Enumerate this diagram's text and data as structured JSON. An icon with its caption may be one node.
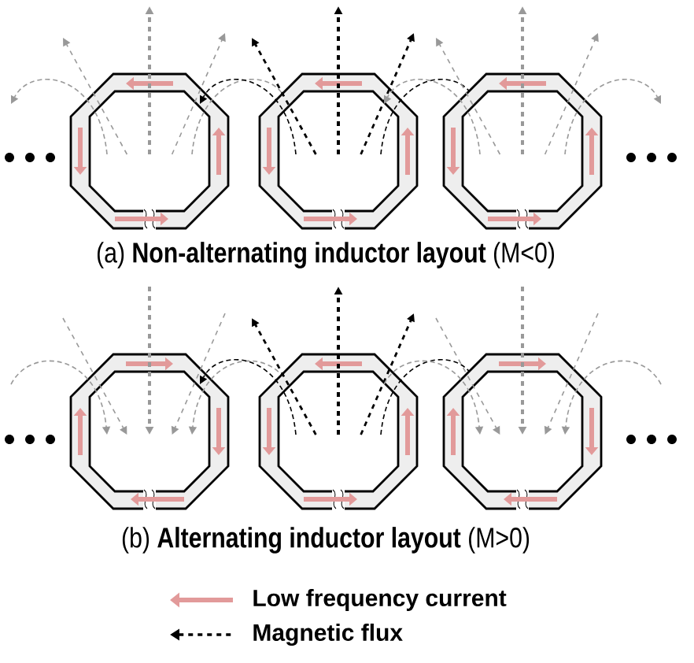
{
  "diagram": {
    "labels": [
      "(a) **Non-alternating inductor layout** (M<0)",
      "(b) **Alternating inductor layout** (M>0)"
    ],
    "legend": [
      {
        "text": "Low frequency current"
      },
      {
        "text": "Magnetic flux"
      }
    ]
  }
}
